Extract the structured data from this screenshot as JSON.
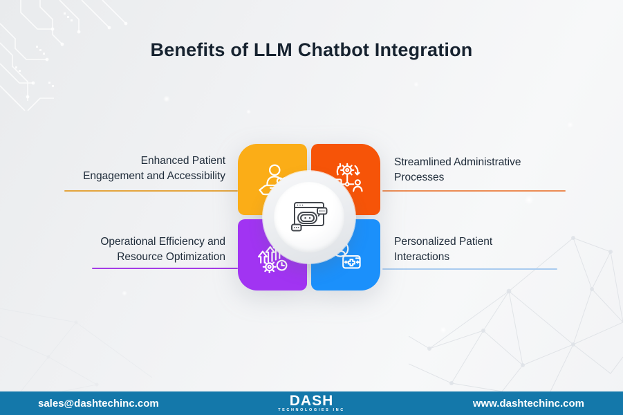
{
  "title": "Benefits of LLM Chatbot Integration",
  "colors": {
    "background": "#f1f2f4",
    "title_text": "#16222f",
    "label_text": "#1d2a38",
    "quadrant_yellow": "#FBAD17",
    "quadrant_orange": "#F65408",
    "quadrant_purple": "#A134F2",
    "quadrant_blue": "#1B90FB",
    "footer_bar": "#1478AA"
  },
  "quadrants": [
    {
      "id": "enhanced-patient-engagement",
      "position": "top-left",
      "color": "#FBAD17",
      "icon": "patient-care-icon",
      "label_line1": "Enhanced Patient",
      "label_line2": "Engagement and Accessibility",
      "underline_color": "#E4A43C"
    },
    {
      "id": "streamlined-admin-processes",
      "position": "top-right",
      "color": "#F65408",
      "icon": "workflow-automation-icon",
      "label_line1": "Streamlined Administrative",
      "label_line2": "Processes",
      "underline_color": "#EC8B53"
    },
    {
      "id": "operational-efficiency",
      "position": "bottom-left",
      "color": "#A134F2",
      "icon": "efficiency-growth-icon",
      "label_line1": "Operational Efficiency and",
      "label_line2": "Resource Optimization",
      "underline_color": "#A43BE6"
    },
    {
      "id": "personalized-interactions",
      "position": "bottom-right",
      "color": "#1B90FB",
      "icon": "personalized-patient-icon",
      "label_line1": "Personalized Patient",
      "label_line2": "Interactions",
      "underline_color": "#A9CBEF"
    }
  ],
  "center": {
    "icon": "chatbot-window-icon"
  },
  "footer": {
    "bar_color": "#1478AA",
    "email": "sales@dashtechinc.com",
    "logo_text": "DASH",
    "logo_subtext": "TECHNOLOGIES INC",
    "website": "www.dashtechinc.com"
  }
}
